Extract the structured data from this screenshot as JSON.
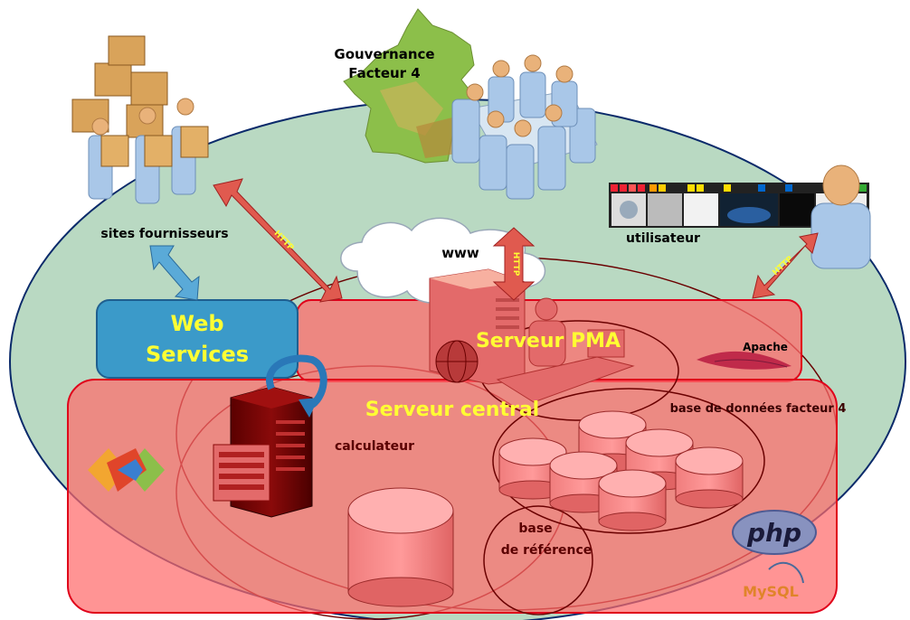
{
  "labels": {
    "governance_line1": "Gouvernance",
    "governance_line2": "Facteur 4",
    "sites": "sites fournisseurs",
    "www": "www",
    "utilisateur": "utilisateur",
    "web_services_line1": "Web",
    "web_services_line2": "Services",
    "serveur_pma": "Serveur PMA",
    "apache": "Apache",
    "serveur_central": "Serveur central",
    "base_facteur4": "base de données facteur 4",
    "calculateur": "calculateur",
    "base_ref_line1": "base",
    "base_ref_line2": "de référence",
    "php": "php",
    "mysql": "MySQL",
    "http": "HTTP"
  },
  "colors": {
    "outer_ellipse": "#b9d9c2",
    "red_zone": "#ff6b6b",
    "red_border": "#e0001a",
    "web_services": "#3b9ac9",
    "title_yellow": "#ffff33",
    "dark_red": "#7a0000",
    "arrow_red": "#e05a4f",
    "arrow_blue": "#5aaad8"
  },
  "icons": {
    "france_map": "france-map-icon",
    "meeting": "meeting-table-icon",
    "suppliers": "supplier-workers-icon",
    "user": "user-avatar-icon",
    "cloud": "cloud-icon",
    "server": "server-tower-icon",
    "globe": "globe-icon",
    "apache": "apache-feather-icon",
    "vs": "visual-studio-icon",
    "php": "php-logo-icon",
    "mysql": "mysql-logo-icon"
  }
}
